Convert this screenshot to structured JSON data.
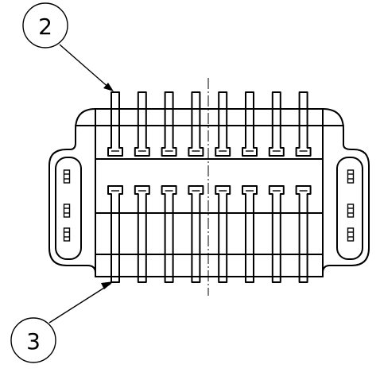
{
  "callouts": [
    {
      "id": "callout-2",
      "label": "2"
    },
    {
      "id": "callout-3",
      "label": "3"
    }
  ],
  "connector": {
    "pins_per_row": 8,
    "rows": 2,
    "side_slots_per_ear": 3
  },
  "colors": {
    "line": "#000000",
    "background": "#ffffff"
  }
}
